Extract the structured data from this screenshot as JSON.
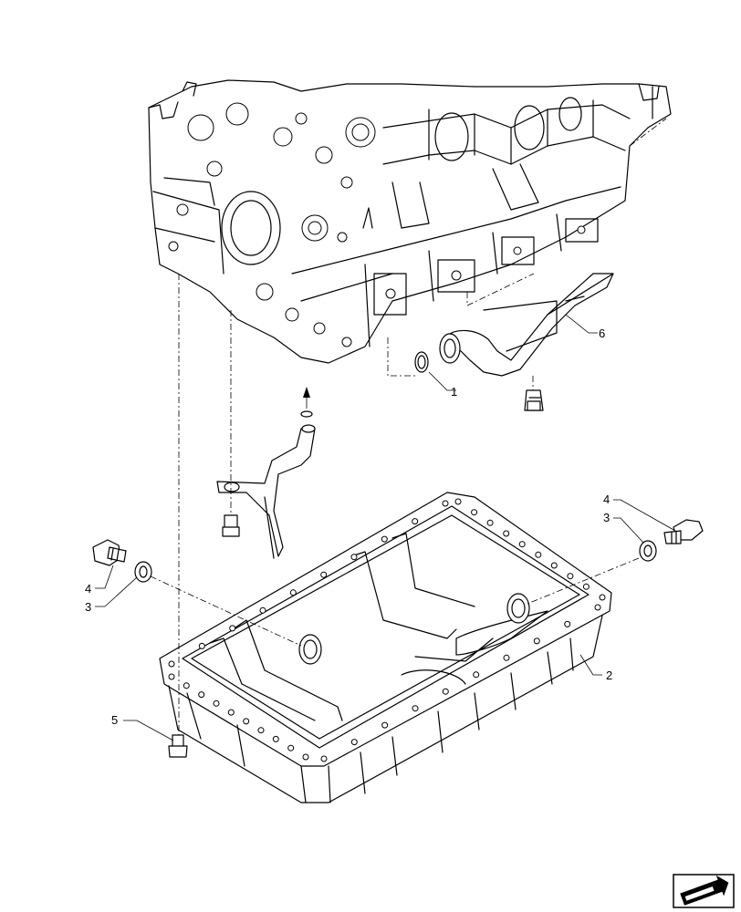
{
  "callouts": [
    {
      "id": "1",
      "label": "1"
    },
    {
      "id": "2",
      "label": "2"
    },
    {
      "id": "3a",
      "label": "3"
    },
    {
      "id": "3b",
      "label": "3"
    },
    {
      "id": "4a",
      "label": "4"
    },
    {
      "id": "4b",
      "label": "4"
    },
    {
      "id": "5",
      "label": "5"
    },
    {
      "id": "6",
      "label": "6"
    }
  ],
  "nav_icon": "next-page-arrow-icon"
}
